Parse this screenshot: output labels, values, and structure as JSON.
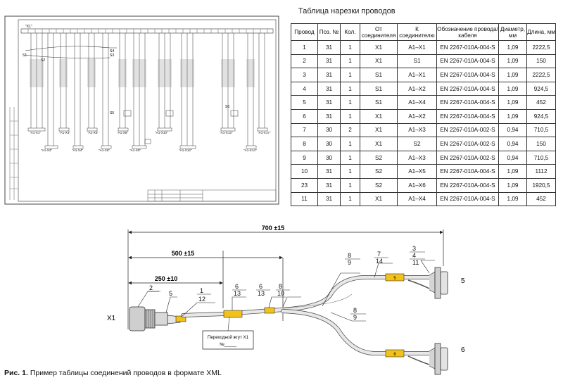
{
  "schematic": {
    "connector_top": "\"X1\"",
    "labels": {
      "s1": "S1",
      "s2": "S2",
      "s4": "S4",
      "s3": "S3",
      "s5": "S5",
      "s6": "S6"
    },
    "lower_connectors": [
      "\"A1-X1\"",
      "\"A1-X2\"",
      "\"A1-X3\"",
      "\"A1-X4\"",
      "\"A1-X5\"",
      "\"A1-X6\"",
      "\"A1-X8\"",
      "\"A1-X9\"",
      "\"A1-X10\"",
      "\"A1-X12\"",
      "\"A1-X13\"",
      "\"A1-X14\"",
      "\"A1-X15\"",
      "\"A1-X16\"",
      "\"A1-X17\""
    ]
  },
  "table": {
    "title": "Таблица нарезки проводов",
    "headers": [
      "Провод",
      "Поз. №",
      "Кол.",
      "От соединителя",
      "К соединителю",
      "Обозначение провода/кабеля",
      "Диаметр, мм",
      "Длина, мм"
    ],
    "rows": [
      [
        "1",
        "31",
        "1",
        "X1",
        "A1–X1",
        "EN 2267-010A-004-S",
        "1,09",
        "2222,5"
      ],
      [
        "2",
        "31",
        "1",
        "X1",
        "S1",
        "EN 2267-010A-004-S",
        "1,09",
        "150"
      ],
      [
        "3",
        "31",
        "1",
        "S1",
        "A1–X1",
        "EN 2267-010A-004-S",
        "1,09",
        "2222,5"
      ],
      [
        "4",
        "31",
        "1",
        "S1",
        "A1–X2",
        "EN 2267-010A-004-S",
        "1,09",
        "924,5"
      ],
      [
        "5",
        "31",
        "1",
        "S1",
        "A1–X4",
        "EN 2267-010A-004-S",
        "1,09",
        "452"
      ],
      [
        "6",
        "31",
        "1",
        "X1",
        "A1–X2",
        "EN 2267-010A-004-S",
        "1,09",
        "924,5"
      ],
      [
        "7",
        "30",
        "2",
        "X1",
        "A1–X3",
        "EN 2267-010A-002-S",
        "0,94",
        "710,5"
      ],
      [
        "8",
        "30",
        "1",
        "X1",
        "S2",
        "EN 2267-010A-002-S",
        "0,94",
        "150"
      ],
      [
        "9",
        "30",
        "1",
        "S2",
        "A1–X3",
        "EN 2267-010A-002-S",
        "0,94",
        "710,5"
      ],
      [
        "10",
        "31",
        "1",
        "S2",
        "A1–X5",
        "EN 2267-010A-004-S",
        "1,09",
        "1112"
      ],
      [
        "23",
        "31",
        "1",
        "S2",
        "A1–X6",
        "EN 2267-010A-004-S",
        "1,09",
        "1920,5"
      ],
      [
        "11",
        "31",
        "1",
        "X1",
        "A1–X4",
        "EN 2267-010A-004-S",
        "1,09",
        "452"
      ]
    ]
  },
  "drawing": {
    "dims": {
      "total": "700 ±15",
      "mid": "500 ±15",
      "short": "250 ±10"
    },
    "connector_x1": "X1",
    "ends": {
      "top": "5",
      "bottom": "6"
    },
    "tag_label": "Переходной жгут X1",
    "tag_no": "№_____",
    "items": {
      "p2": "2",
      "p5": "5",
      "p1": "1",
      "p12": "12",
      "p6a": "6",
      "p13a": "13",
      "p6b": "6",
      "p13b": "13",
      "p8a": "8",
      "p10": "10",
      "p8b": "8",
      "p9b": "9",
      "p8c": "8",
      "p9c": "9",
      "p7": "7",
      "p14": "14",
      "p3": "3",
      "p4": "4",
      "p11": "11",
      "sleeve_top": "5",
      "sleeve_bottom": "6"
    }
  },
  "caption": {
    "prefix": "Рис. 1.",
    "text": "Пример таблицы соединений проводов в формате XML"
  }
}
